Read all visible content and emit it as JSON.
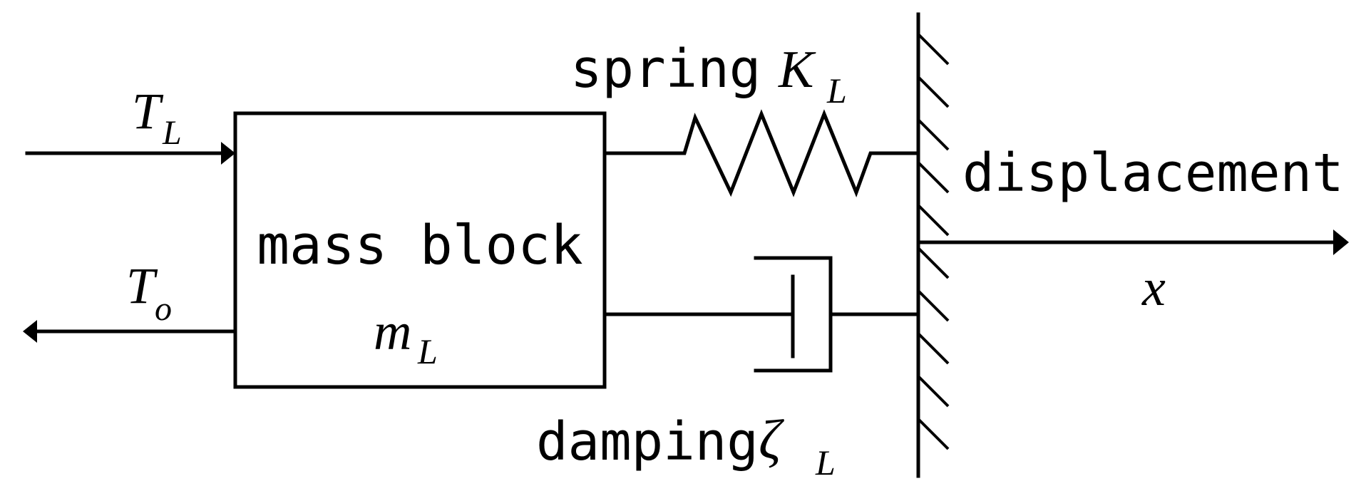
{
  "colors": {
    "stroke": "#000000",
    "background": "#ffffff"
  },
  "labels": {
    "input_torque": {
      "main": "T",
      "sub": "L"
    },
    "output_torque": {
      "main": "T",
      "sub": "o"
    },
    "mass_block": {
      "line1": "mass block",
      "var_main": "m",
      "var_sub": "L"
    },
    "spring": {
      "word": "spring",
      "var_main": "K",
      "var_sub": "L"
    },
    "damping": {
      "word": "damping",
      "var_main": "ζ",
      "var_sub": "L"
    },
    "displacement": {
      "word": "displacement",
      "var": "x"
    }
  },
  "icons": [
    "arrow-right-icon",
    "arrow-left-icon",
    "spring-zigzag-icon",
    "damper-icon",
    "fixed-wall-icon"
  ]
}
